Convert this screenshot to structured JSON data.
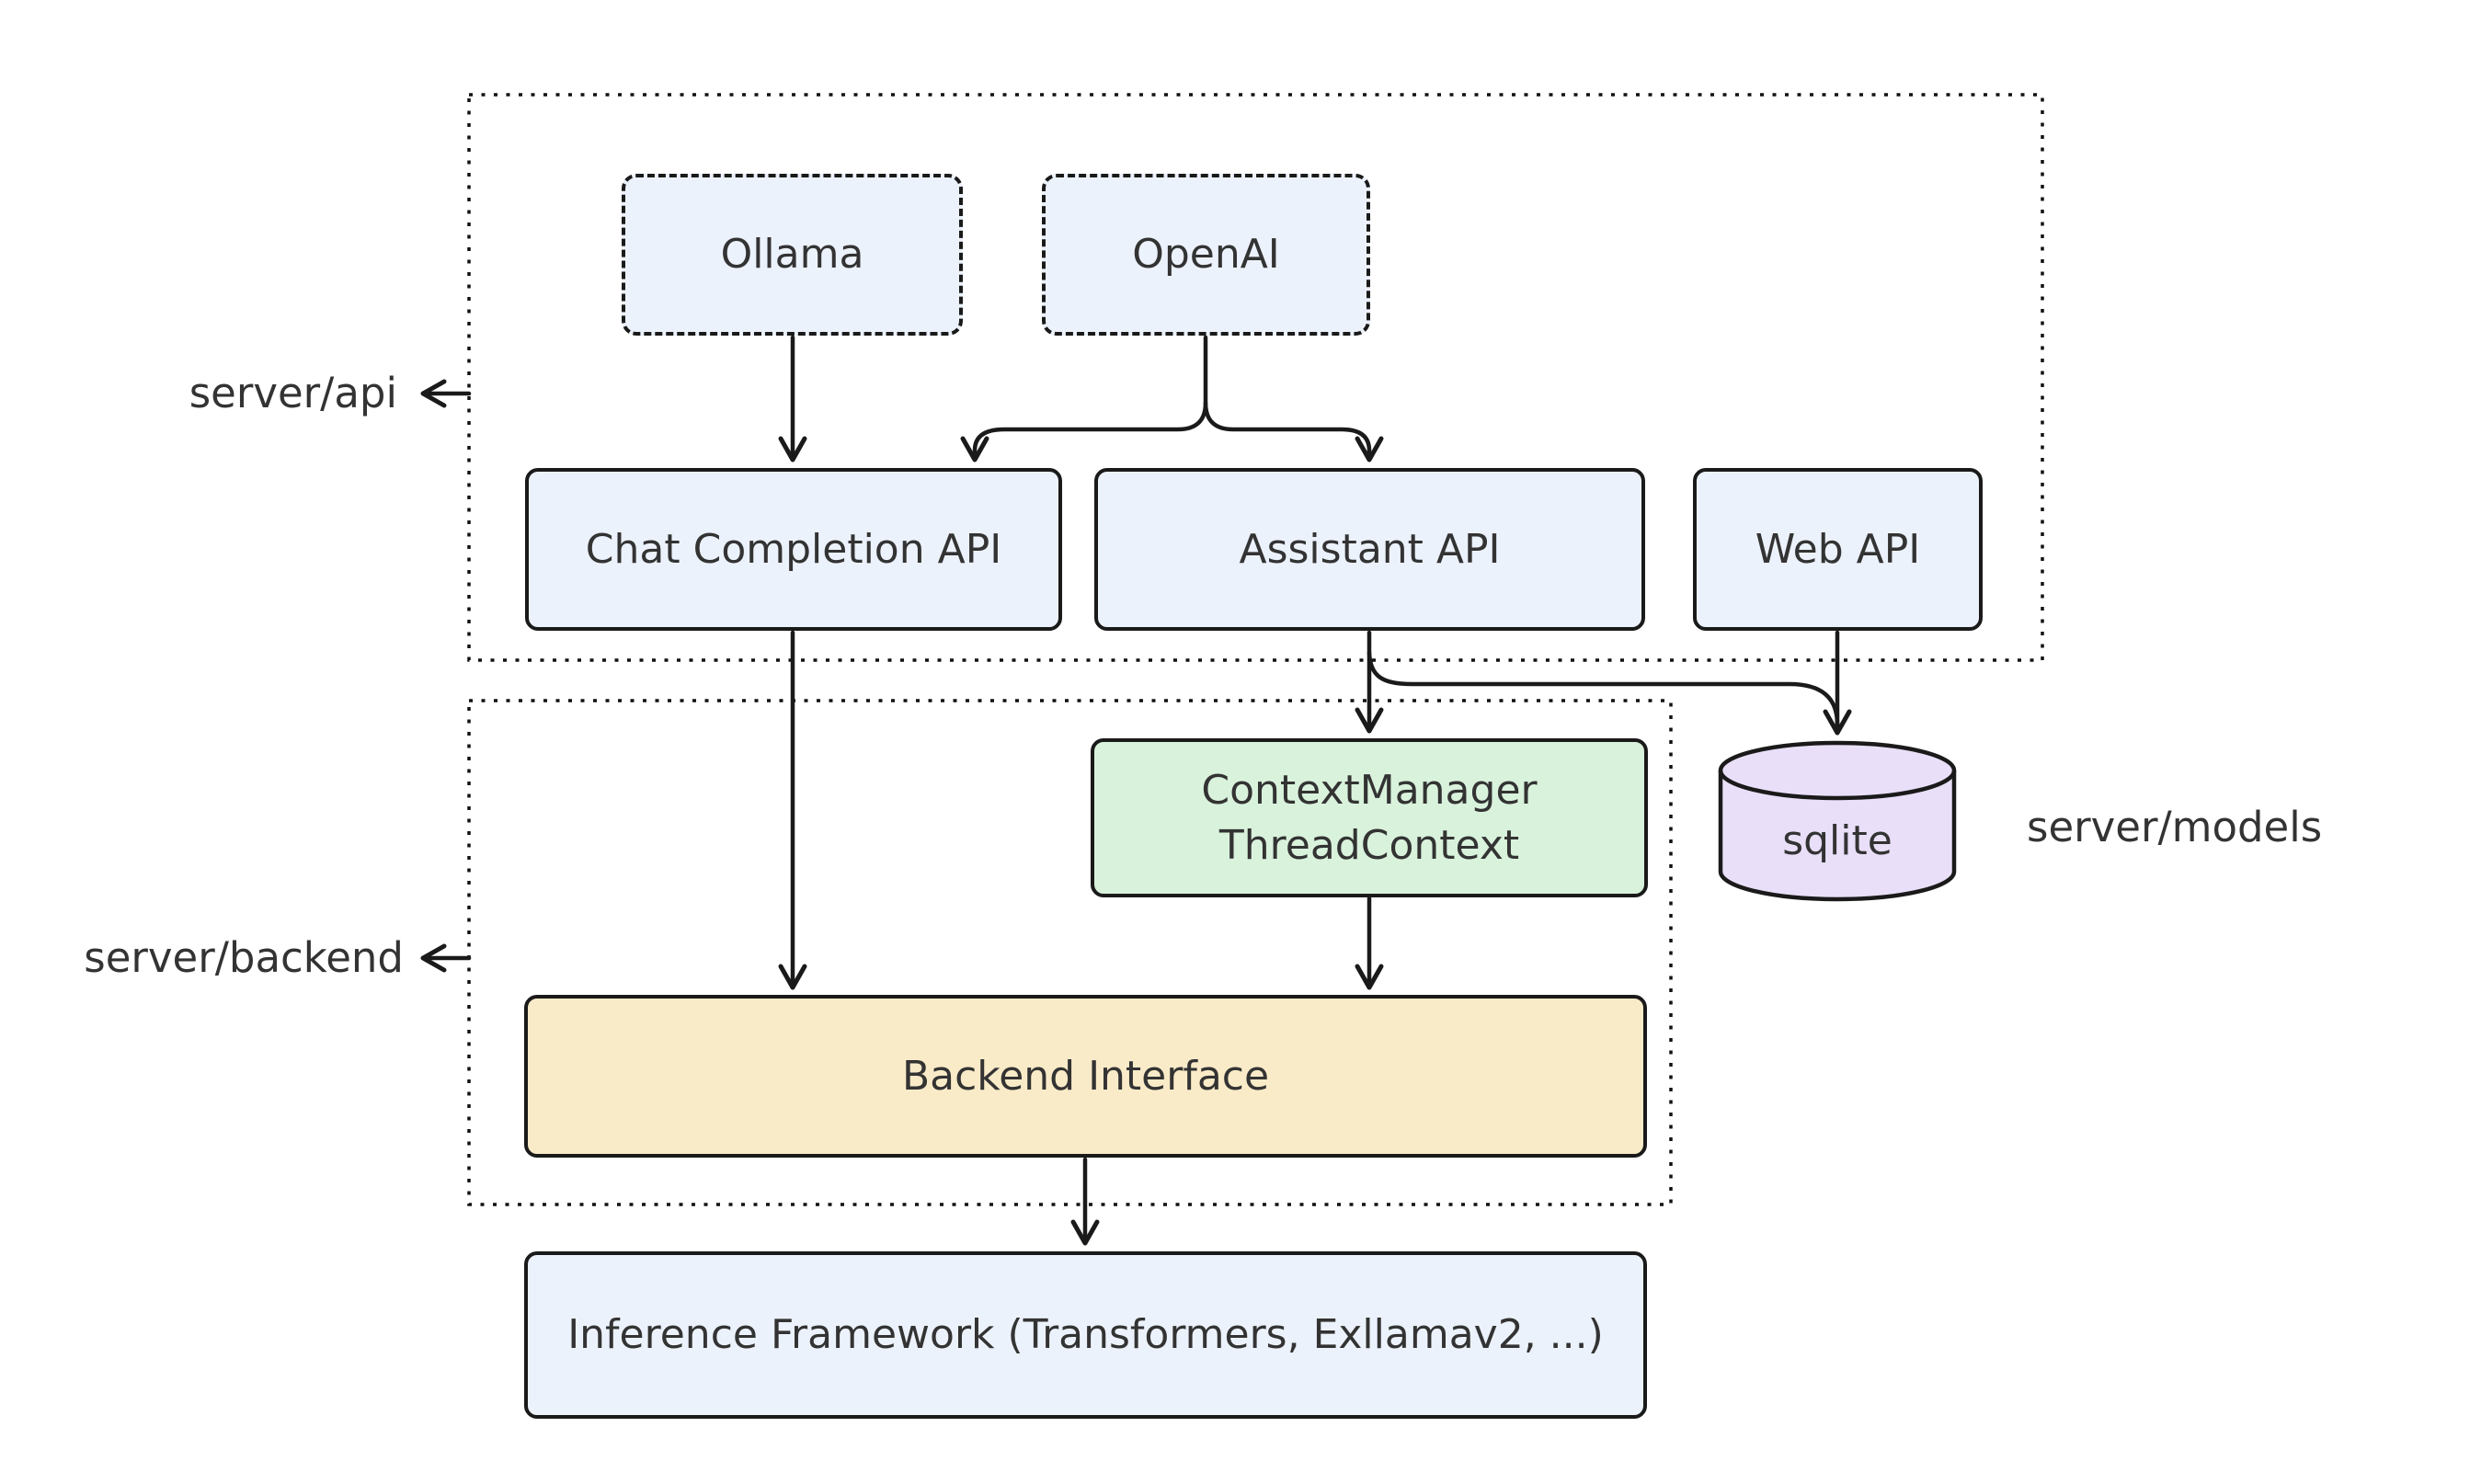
{
  "diagram_title": "",
  "colors": {
    "stroke": "#1a1a1a",
    "text": "#333333",
    "node_blue": "#ECF2FB",
    "node_green": "#D9F2DC",
    "node_yellow": "#FAEBC8",
    "node_purple": "#E9DFF8",
    "background": "#ffffff"
  },
  "nodes": {
    "ollama": {
      "label": "Ollama",
      "style": "dashed-blue"
    },
    "openai": {
      "label": "OpenAI",
      "style": "dashed-blue"
    },
    "chat_completion": {
      "label": "Chat Completion API",
      "style": "solid-blue"
    },
    "assistant": {
      "label": "Assistant API",
      "style": "solid-blue"
    },
    "web": {
      "label": "Web API",
      "style": "solid-blue"
    },
    "context_manager": {
      "label_line1": "ContextManager",
      "label_line2": "ThreadContext",
      "style": "solid-green"
    },
    "sqlite": {
      "label": "sqlite",
      "style": "cylinder-purple"
    },
    "backend_interface": {
      "label": "Backend Interface",
      "style": "solid-yellow"
    },
    "inference": {
      "label": "Inference Framework (Transformers, Exllamav2, ...)",
      "style": "solid-blue"
    }
  },
  "group_labels": {
    "api": "server/api",
    "backend": "server/backend",
    "models": "server/models"
  },
  "groups": {
    "api_container": [
      "Ollama",
      "OpenAI",
      "Chat Completion API",
      "Assistant API",
      "Web API"
    ],
    "backend_container": [
      "ContextManager ThreadContext",
      "Backend Interface"
    ]
  },
  "edges": [
    {
      "from": "Ollama",
      "to": "Chat Completion API"
    },
    {
      "from": "OpenAI",
      "to": "Chat Completion API"
    },
    {
      "from": "OpenAI",
      "to": "Assistant API"
    },
    {
      "from": "Chat Completion API",
      "to": "Backend Interface"
    },
    {
      "from": "Assistant API",
      "to": "ContextManager ThreadContext"
    },
    {
      "from": "Assistant API",
      "to": "sqlite"
    },
    {
      "from": "Web API",
      "to": "sqlite"
    },
    {
      "from": "ContextManager ThreadContext",
      "to": "Backend Interface"
    },
    {
      "from": "Backend Interface",
      "to": "Inference Framework (Transformers, Exllamav2, ...)"
    }
  ]
}
